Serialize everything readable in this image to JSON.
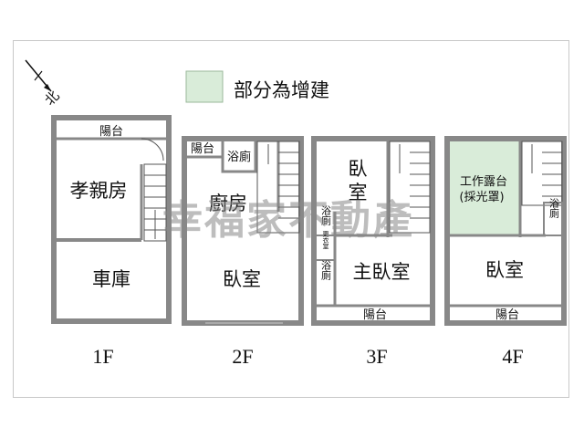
{
  "legend": {
    "swatch_color": "#d9ecd9",
    "text": "部分為增建"
  },
  "compass": {
    "label": "北"
  },
  "watermark": "幸福家不動產",
  "floors": [
    {
      "id": "1F",
      "label": "1F",
      "rooms": {
        "balcony": "陽台",
        "parents_room": "孝親房",
        "garage": "車庫"
      }
    },
    {
      "id": "2F",
      "label": "2F",
      "rooms": {
        "balcony": "陽台",
        "bath": "浴廁",
        "kitchen": "廚房",
        "bedroom": "臥室"
      }
    },
    {
      "id": "3F",
      "label": "3F",
      "rooms": {
        "bedroom_top": "臥",
        "bedroom_top2": "室",
        "bath_top": "浴廁",
        "closet": "更衣室",
        "bath_bottom": "浴廁",
        "master_bedroom": "主臥室",
        "balcony": "陽台"
      }
    },
    {
      "id": "4F",
      "label": "4F",
      "rooms": {
        "terrace": "工作露台",
        "terrace_note": "(採光罩)",
        "bath": "浴廁",
        "bedroom": "臥室",
        "balcony": "陽台"
      }
    }
  ]
}
